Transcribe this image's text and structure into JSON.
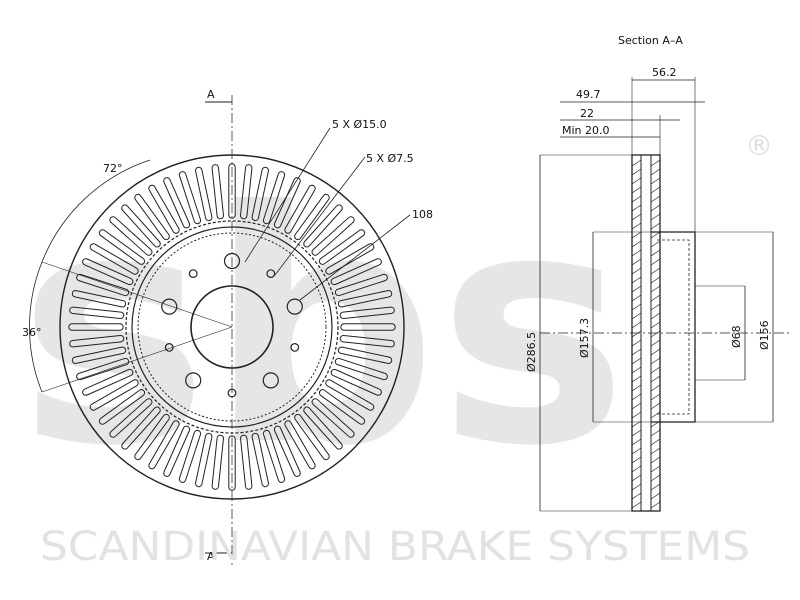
{
  "watermark": {
    "logo": "sbs",
    "registered": "®",
    "company": "SCANDINAVIAN BRAKE SYSTEMS"
  },
  "front_view": {
    "section_marker_top": "A",
    "section_marker_bottom": "A",
    "bolt_holes": "5 X Ø15.0",
    "small_holes": "5 X Ø7.5",
    "bolt_circle": "108",
    "angle_outer": "72°",
    "angle_inner": "36°"
  },
  "section_view": {
    "title": "Section A–A",
    "dim_overall_height": "56.2",
    "dim_offset": "49.7",
    "dim_thickness": "22",
    "dim_min_thickness": "Min 20.0",
    "dim_outer_diameter": "Ø286.5",
    "dim_hat_diameter": "Ø157.3",
    "dim_center_bore": "Ø68",
    "dim_hub_diameter": "Ø156"
  }
}
